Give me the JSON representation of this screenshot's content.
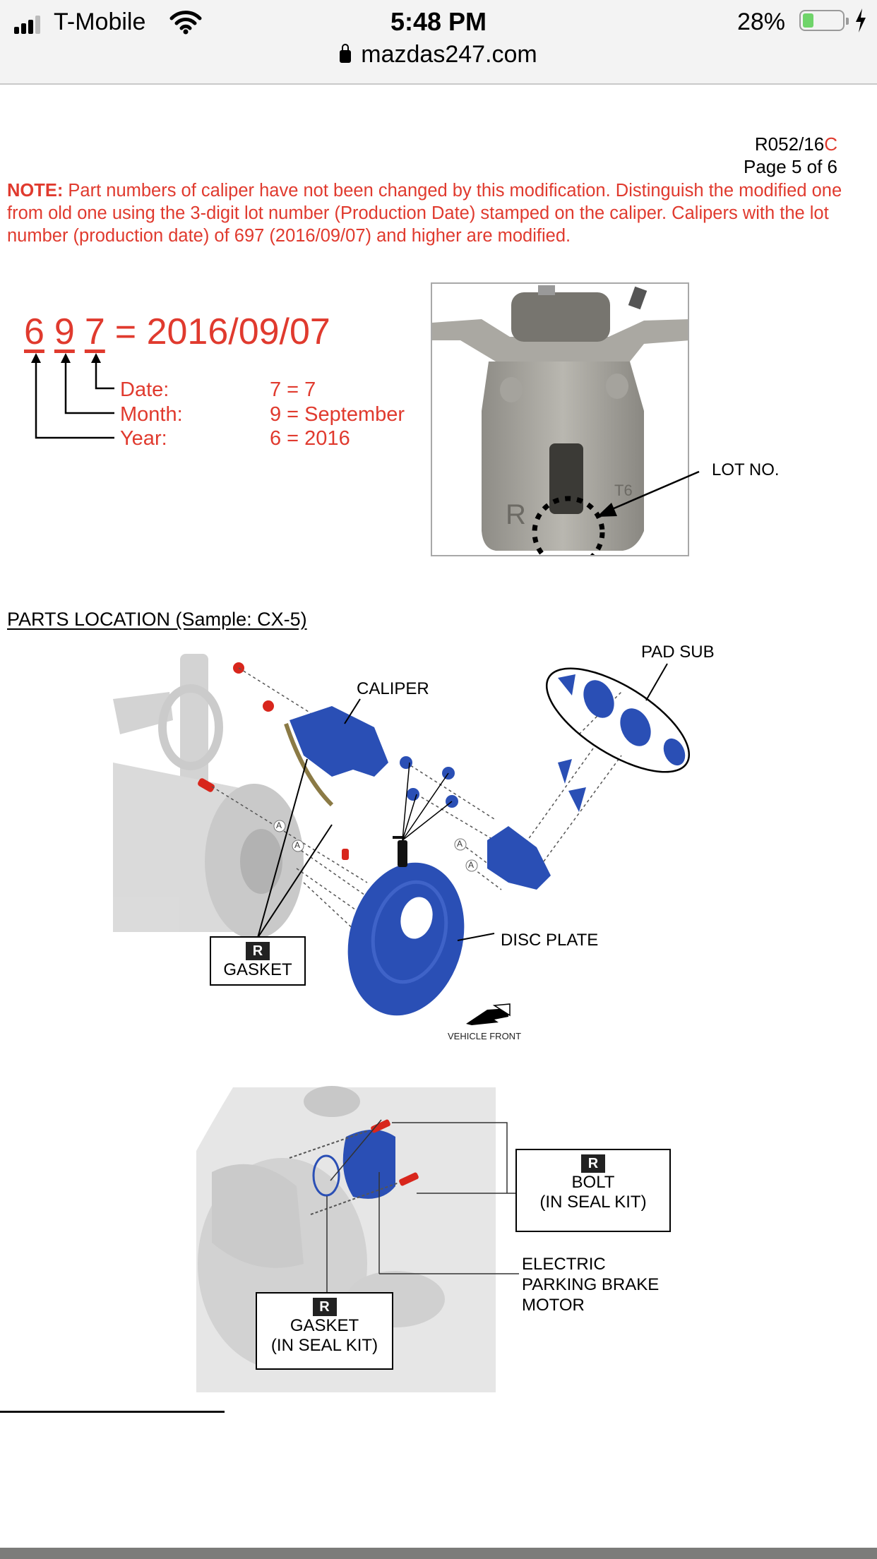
{
  "status_bar": {
    "carrier": "T-Mobile",
    "time": "5:48 PM",
    "battery_percent": "28%",
    "battery_level": 0.28,
    "signal_bars": 3,
    "icons": [
      "signal-icon",
      "wifi-icon",
      "battery-icon",
      "charging-bolt-icon"
    ]
  },
  "browser": {
    "url": "mazdas247.com",
    "lock_icon": "lock-icon"
  },
  "document": {
    "doc_number_prefix": "R052/16",
    "doc_number_revision": "C",
    "page_label": "Page 5 of 6",
    "note_label": "NOTE:",
    "note_text": " Part numbers of caliper have not been changed by this modification. Distinguish the modified one from old one using the 3-digit lot number (Production Date) stamped on the caliper. Calipers with the lot number (production date) of 697 (2016/09/07) and higher are modified.",
    "lot_example": {
      "digits": [
        "6",
        "9",
        "7"
      ],
      "equals": "= 2016/09/07",
      "rows": [
        {
          "label": "Date:",
          "value": "7 = 7"
        },
        {
          "label": "Month:",
          "value": "9 = September"
        },
        {
          "label": "Year:",
          "value": "6 = 2016"
        }
      ]
    },
    "caliper_photo": {
      "callout": "LOT NO."
    },
    "parts_location_title": "PARTS LOCATION (Sample: CX-5)",
    "diagram1": {
      "labels": {
        "caliper": "CALIPER",
        "pad_sub": "PAD SUB",
        "disc_plate": "DISC PLATE",
        "gasket_badge": "R",
        "gasket": "GASKET",
        "vehicle_front": "VEHICLE FRONT",
        "marker_a": "A"
      }
    },
    "diagram2": {
      "labels": {
        "bolt_badge": "R",
        "bolt": "BOLT",
        "bolt_sub": "(IN SEAL KIT)",
        "gasket_badge": "R",
        "gasket": "GASKET",
        "gasket_sub": "(IN SEAL KIT)",
        "motor_line1": "ELECTRIC",
        "motor_line2": "PARKING BRAKE",
        "motor_line3": "MOTOR"
      }
    }
  },
  "colors": {
    "accent_red": "#e03a2e",
    "part_blue": "#2a4fb5",
    "bolt_red": "#d8261c",
    "battery_green": "#6fd46a"
  }
}
